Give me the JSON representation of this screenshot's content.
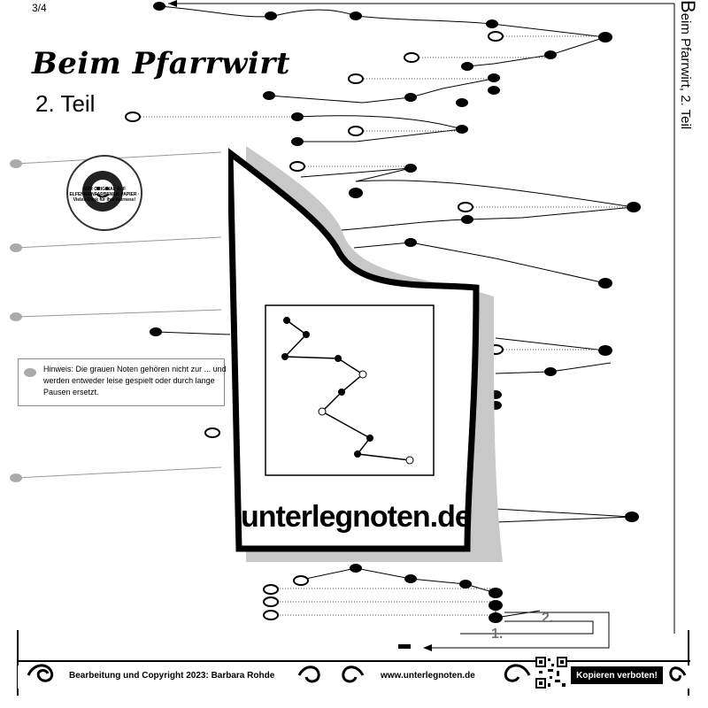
{
  "header": {
    "page_number": "3/4",
    "title": "Beim Pfarrwirt",
    "subtitle": "2. Teil",
    "side_label_initial": "B",
    "side_label_rest": "eim Pfarrwirt, 2. Teil"
  },
  "stamp": {
    "text": "NUR ORIGINAL AUF ELFENBEINFARBENEM PAPIER · Vielen Dank für Ihre Fairness!",
    "icon": "smiley-icon"
  },
  "hint": {
    "text": "Hinweis: Die grauen Noten gehören nicht zur ... und werden entweder leise gespielt oder durch lange Pausen ersetzt."
  },
  "logo": {
    "text": "unterlegnoten.de"
  },
  "endings": {
    "first": "1.",
    "second": "2."
  },
  "footer": {
    "credit": "Bearbeitung und Copyright 2023: Barbara Rohde",
    "url": "www.unterlegnoten.de",
    "copy_notice": "Kopieren verboten!",
    "qr_icon": "qr-code-icon"
  },
  "colors": {
    "ink": "#000000",
    "gray_note": "#aaaaaa",
    "logo_shadow": "#c8c8c8"
  }
}
